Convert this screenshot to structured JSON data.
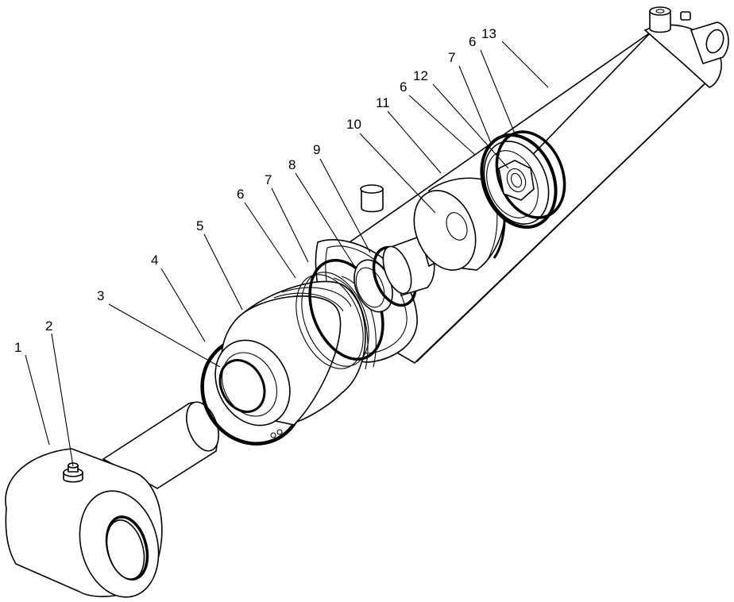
{
  "callouts": [
    {
      "id": "1",
      "label": "1"
    },
    {
      "id": "2",
      "label": "2"
    },
    {
      "id": "3",
      "label": "3"
    },
    {
      "id": "4",
      "label": "4"
    },
    {
      "id": "5",
      "label": "5"
    },
    {
      "id": "6a",
      "label": "6"
    },
    {
      "id": "7a",
      "label": "7"
    },
    {
      "id": "8",
      "label": "8"
    },
    {
      "id": "9",
      "label": "9"
    },
    {
      "id": "10",
      "label": "10"
    },
    {
      "id": "11",
      "label": "11"
    },
    {
      "id": "6b",
      "label": "6"
    },
    {
      "id": "12",
      "label": "12"
    },
    {
      "id": "7b",
      "label": "7"
    },
    {
      "id": "6c",
      "label": "6"
    },
    {
      "id": "13",
      "label": "13"
    }
  ]
}
